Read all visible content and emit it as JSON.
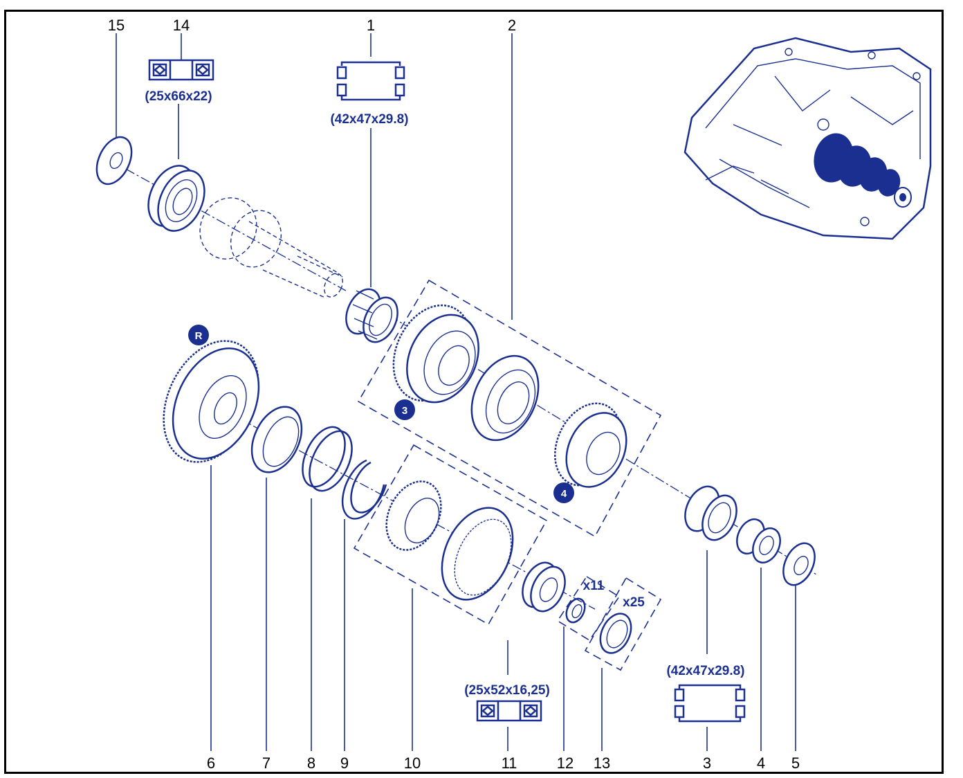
{
  "callouts": {
    "n1": "1",
    "n2": "2",
    "n3": "3",
    "n4": "4",
    "n5": "5",
    "n6": "6",
    "n7": "7",
    "n8": "8",
    "n9": "9",
    "n10": "10",
    "n11": "11",
    "n12": "12",
    "n13": "13",
    "n14": "14",
    "n15": "15"
  },
  "dimensions": {
    "bearing_14": "(25x66x22)",
    "bearing_1": "(42x47x29.8)",
    "bearing_3": "(42x47x29.8)",
    "bearing_11": "(25x52x16,25)"
  },
  "quantities": {
    "q12": "x11",
    "q13": "x25"
  },
  "badges": {
    "reverse": "R",
    "gear3": "3",
    "gear4": "4"
  },
  "colors": {
    "line": "#1a2f8f",
    "frame": "#000000",
    "background": "#ffffff"
  }
}
